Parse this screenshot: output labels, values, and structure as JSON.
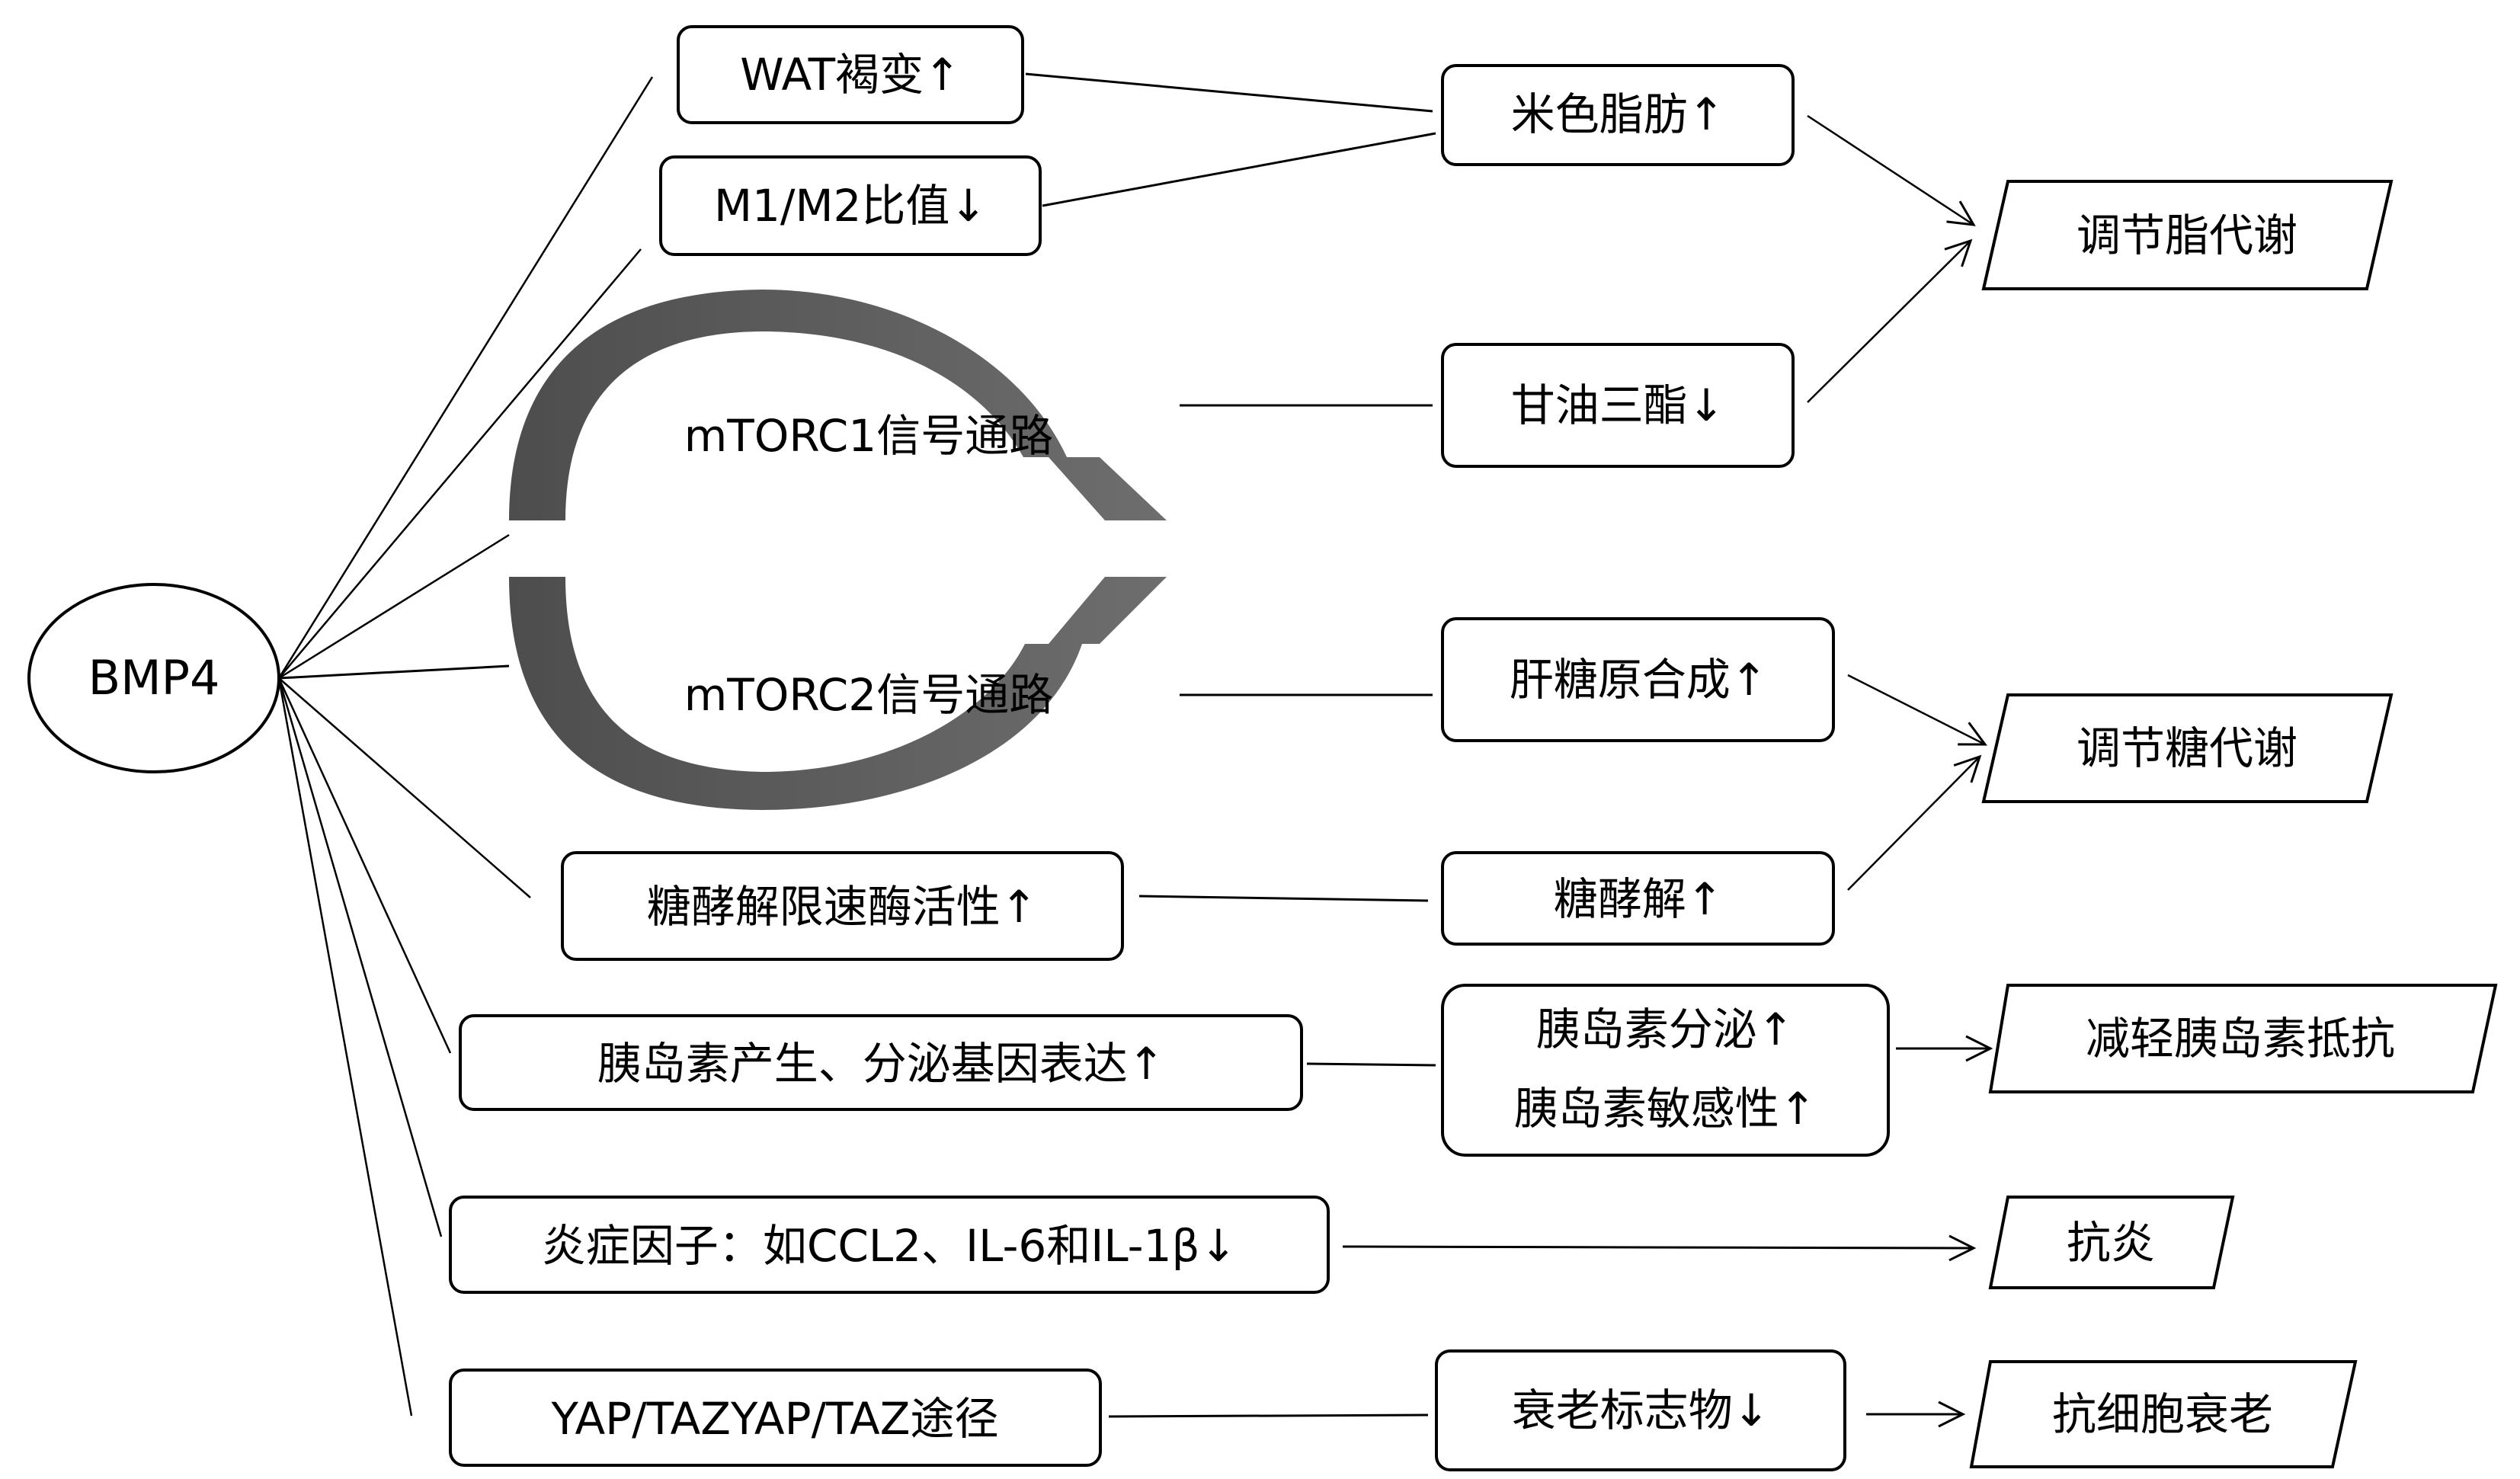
{
  "diagram": {
    "root": {
      "id": "bmp4",
      "label": "BMP4"
    },
    "pathways": [
      {
        "id": "mtorc1",
        "label": "mTORC1信号通路"
      },
      {
        "id": "mtorc2",
        "label": "mTORC2信号通路"
      }
    ],
    "nodes": {
      "wat": "WAT褐变↑",
      "m1m2": "M1/M2比值↓",
      "beige_fat": "米色脂肪↑",
      "triglyceride": "甘油三酯↓",
      "lipid_metabolism": "调节脂代谢",
      "glycogen": "肝糖原合成↑",
      "glucose_metabolism": "调节糖代谢",
      "glycolysis_enzyme": "糖酵解限速酶活性↑",
      "glycolysis": "糖酵解↑",
      "insulin_gene": "胰岛素产生、分泌基因表达↑",
      "insulin_secretion": "胰岛素分泌↑",
      "insulin_sensitivity": "胰岛素敏感性↑",
      "insulin_resistance": "减轻胰岛素抵抗",
      "inflammation": "炎症因子：如CCL2、IL-6和IL-1β↓",
      "anti_inflammation": "抗炎",
      "yap": "YAP/TAZYAP/TAZ途径",
      "senescence_markers": "衰老标志物↓",
      "anti_senescence": "抗细胞衰老"
    },
    "edges": [
      {
        "from": "bmp4",
        "to": "wat"
      },
      {
        "from": "bmp4",
        "to": "m1m2"
      },
      {
        "from": "bmp4",
        "to": "mtorc1"
      },
      {
        "from": "bmp4",
        "to": "mtorc2"
      },
      {
        "from": "bmp4",
        "to": "glycolysis_enzyme"
      },
      {
        "from": "bmp4",
        "to": "insulin_gene"
      },
      {
        "from": "bmp4",
        "to": "inflammation"
      },
      {
        "from": "bmp4",
        "to": "yap"
      },
      {
        "from": "wat",
        "to": "beige_fat"
      },
      {
        "from": "m1m2",
        "to": "beige_fat"
      },
      {
        "from": "mtorc1",
        "to": "triglyceride"
      },
      {
        "from": "beige_fat",
        "to": "lipid_metabolism",
        "arrow": true
      },
      {
        "from": "triglyceride",
        "to": "lipid_metabolism",
        "arrow": true
      },
      {
        "from": "mtorc2",
        "to": "glycogen"
      },
      {
        "from": "glycolysis_enzyme",
        "to": "glycolysis"
      },
      {
        "from": "glycogen",
        "to": "glucose_metabolism",
        "arrow": true
      },
      {
        "from": "glycolysis",
        "to": "glucose_metabolism",
        "arrow": true
      },
      {
        "from": "insulin_gene",
        "to": "insulin_secretion"
      },
      {
        "from": "insulin_secretion",
        "to": "insulin_resistance",
        "arrow": true
      },
      {
        "from": "inflammation",
        "to": "anti_inflammation",
        "arrow": true
      },
      {
        "from": "yap",
        "to": "senescence_markers"
      },
      {
        "from": "senescence_markers",
        "to": "anti_senescence",
        "arrow": true
      }
    ],
    "colors": {
      "arc_dark": "#4f4f4f",
      "arc_light": "#6b6b6b",
      "stroke": "#000000",
      "background": "#ffffff"
    }
  }
}
